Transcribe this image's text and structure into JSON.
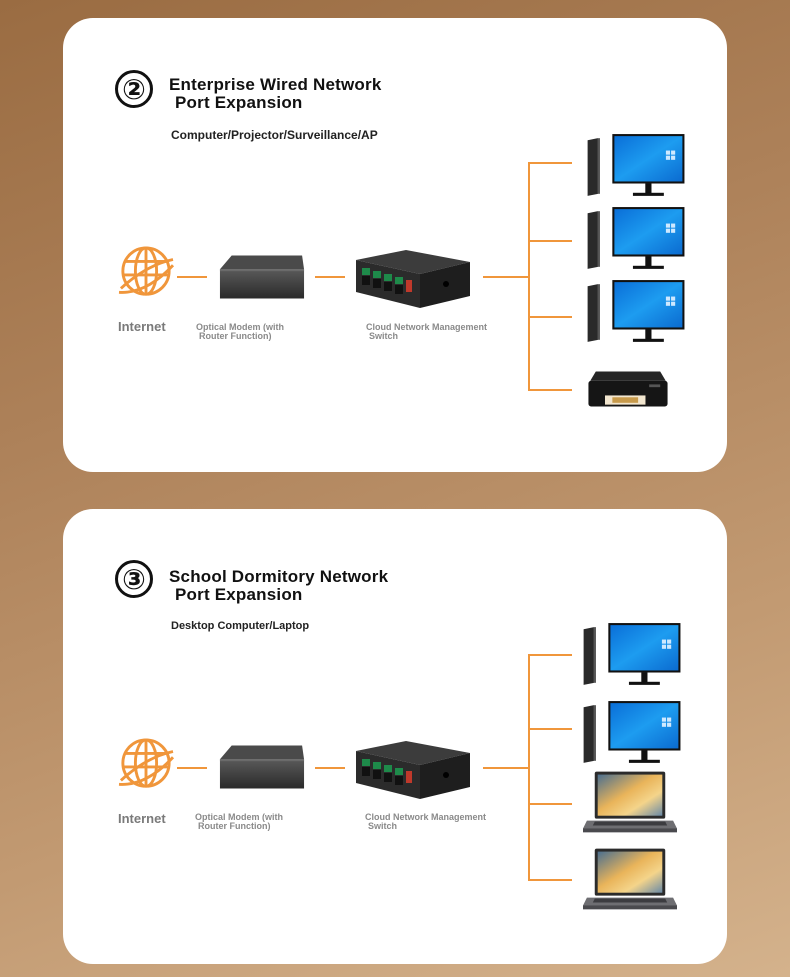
{
  "sections": [
    {
      "number": "②",
      "title_line1": "Enterprise Wired Network",
      "title_line2": "Port Expansion",
      "subtitle": "Computer/Projector/Surveillance/AP",
      "labels": {
        "internet": "Internet",
        "modem_line1": "Optical Modem (with",
        "modem_line2": "Router Function)",
        "switch_line1": "Cloud Network Management",
        "switch_line2": "Switch"
      },
      "devices": [
        "desktop",
        "desktop",
        "desktop",
        "printer"
      ]
    },
    {
      "number": "③",
      "title_line1": "School Dormitory Network",
      "title_line2": "Port Expansion",
      "subtitle": "Desktop Computer/Laptop",
      "labels": {
        "internet": "Internet",
        "modem_line1": "Optical Modem (with",
        "modem_line2": "Router Function)",
        "switch_line1": "Cloud Network Management",
        "switch_line2": "Switch"
      },
      "devices": [
        "desktop",
        "desktop",
        "laptop",
        "laptop"
      ]
    }
  ],
  "colors": {
    "line": "#f0963b",
    "globe": "#f0963b",
    "screen": "#1a8fe6"
  }
}
